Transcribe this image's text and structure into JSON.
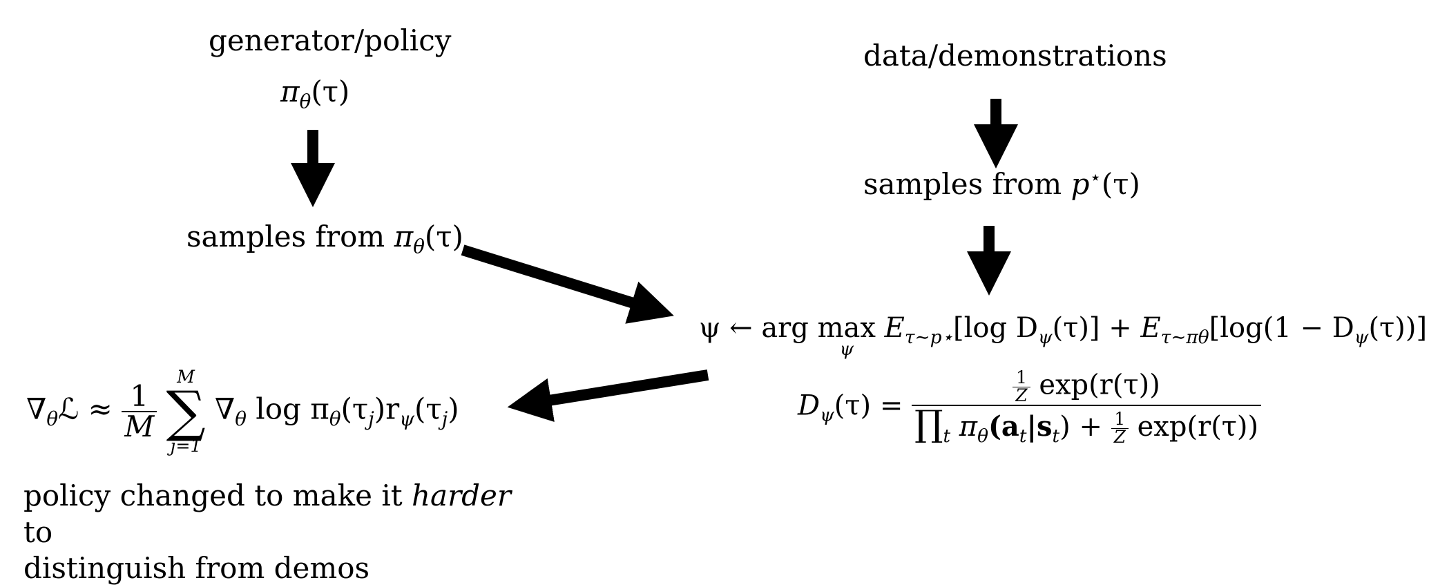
{
  "generator": {
    "title": "generator/policy",
    "dist_symbol": "π",
    "dist_sub": "θ",
    "dist_arg": "(τ)"
  },
  "data_source": {
    "title": "data/demonstrations"
  },
  "policy_samples": {
    "prefix": "samples from ",
    "symbol": "π",
    "sub": "θ",
    "arg": "(τ)"
  },
  "expert_samples": {
    "prefix": "samples from ",
    "symbol": "p",
    "sup": "⋆",
    "arg": "(τ)"
  },
  "discriminator_update": {
    "lhs": "ψ ← arg",
    "max_word": "max",
    "max_sub": "ψ",
    "e1": "E",
    "e1_sub": "τ∼p⋆",
    "term1": "[log D",
    "term1_sub": "ψ",
    "term1_end": "(τ)] + ",
    "e2": "E",
    "e2_sub": "τ∼πθ",
    "term2": "[log(1 − D",
    "term2_sub": "ψ",
    "term2_end": "(τ))]"
  },
  "discriminator_def": {
    "lhs": "D",
    "lhs_sub": "ψ",
    "lhs_end": "(τ) = ",
    "num_frac_num": "1",
    "num_frac_den": "Z",
    "num_expr": " exp(r(τ))",
    "den_prod": "∏",
    "den_prod_sub": "t",
    "den_pi": " π",
    "den_pi_sub": "θ",
    "den_a": "(a",
    "den_a_sub": "t",
    "den_s": "|s",
    "den_s_sub": "t",
    "den_close": ") + ",
    "den_frac_num": "1",
    "den_frac_den": "Z",
    "den_expr": " exp(r(τ))"
  },
  "policy_gradient": {
    "nabla": "∇",
    "nabla_sub": "θ",
    "loss": "ℒ ≈ ",
    "frac_num": "1",
    "frac_den": "M",
    "sum_top": "M",
    "sum_sym": "∑",
    "sum_bottom": "j=1",
    "nabla2": "∇",
    "nabla2_sub": "θ",
    "log_pi": " log π",
    "pi_sub": "θ",
    "tau_open": "(τ",
    "tau_sub": "j",
    "tau_close": ")r",
    "r_sub": "ψ",
    "tau2_open": "(τ",
    "tau2_sub": "j",
    "tau2_close": ")"
  },
  "policy_note": {
    "line1_pre": "policy changed to make it ",
    "line1_em": "harder",
    "line1_post": " to",
    "line2": "distinguish from demos"
  }
}
